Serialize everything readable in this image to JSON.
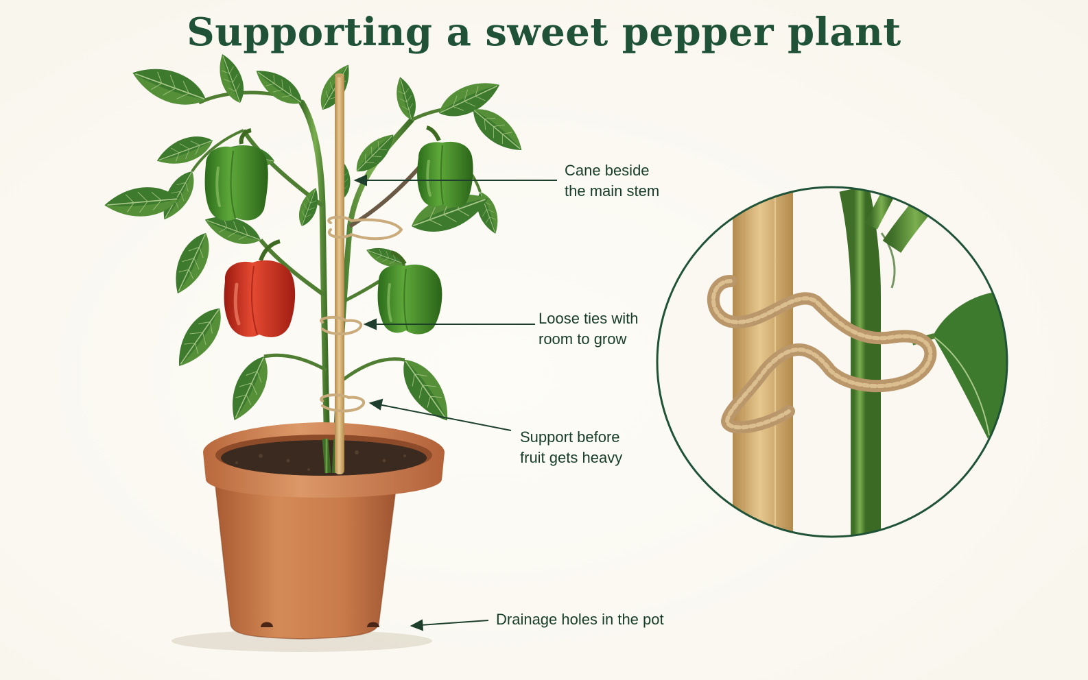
{
  "title": "Supporting a sweet pepper plant",
  "callouts": {
    "cane": {
      "line1": "Cane beside",
      "line2": "the main stem"
    },
    "ties": {
      "line1": "Loose ties with",
      "line2": "room to grow"
    },
    "support": {
      "line1": "Support before",
      "line2": "fruit gets heavy"
    },
    "drainage": {
      "line1": "Drainage holes in the pot"
    }
  },
  "colors": {
    "title": "#1f5236",
    "leader": "#1d3f2b",
    "leaf": "#2f6e2a",
    "leaf_light": "#5f9a3f",
    "stem": "#5b8a3a",
    "cane": "#d8b577",
    "twine": "#c9ab7c",
    "pepper_green": "#3f8a26",
    "pepper_red": "#c9261a",
    "pot": "#c8784a",
    "pot_dark": "#a85c33",
    "soil": "#3b2a1f",
    "circle_border": "#1f5236"
  },
  "icons": {
    "detail": "cane-tie-detail-icon"
  }
}
